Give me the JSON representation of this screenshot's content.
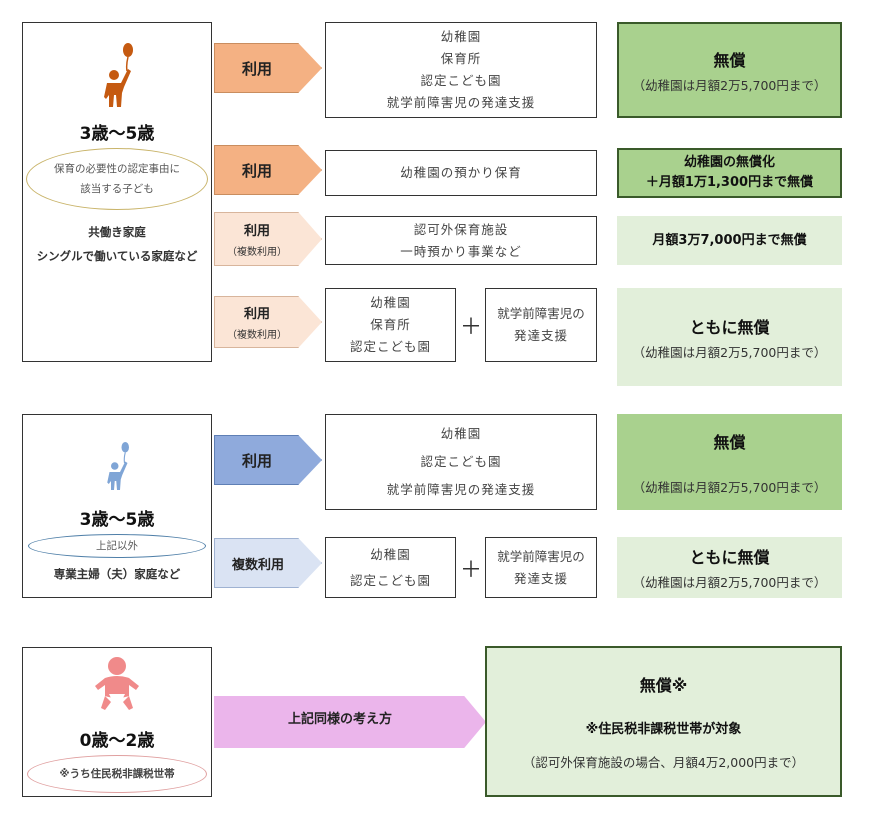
{
  "colors": {
    "orange_dark": "#F4B183",
    "orange_light": "#FBE5D6",
    "blue_dark": "#8FAADC",
    "blue_light": "#DAE3F3",
    "pink": "#EBB5EB",
    "green_dark": "#A9D18E",
    "green_light": "#E2EFDA",
    "person_orange": "#C55A11",
    "person_blue": "#7FA5D6",
    "baby_pink": "#F08A8A"
  },
  "section1": {
    "age": "3歳〜5歳",
    "ellipse_lines": [
      "保育の必要性の認定事由に",
      "該当する子ども"
    ],
    "family_lines": [
      "共働き家庭",
      "シングルで働いている家庭など"
    ],
    "rows": [
      {
        "arrow": {
          "title": "利用",
          "sub": ""
        },
        "facilities": [
          "幼稚園",
          "保育所",
          "認定こども園",
          "就学前障害児の発達支援"
        ],
        "result": {
          "title": "無償",
          "note": "（幼稚園は月額2万5,700円まで）"
        }
      },
      {
        "arrow": {
          "title": "利用",
          "sub": ""
        },
        "facilities": [
          "幼稚園の預かり保育"
        ],
        "result": {
          "line1": "幼稚園の無償化",
          "line2": "＋月額1万1,300円まで無償"
        }
      },
      {
        "arrow": {
          "title": "利用",
          "sub": "（複数利用）"
        },
        "facilities": [
          "認可外保育施設",
          "一時預かり事業など"
        ],
        "result": {
          "line1": "月額3万7,000円まで無償"
        }
      },
      {
        "arrow": {
          "title": "利用",
          "sub": "（複数利用）"
        },
        "facilities_left": [
          "幼稚園",
          "保育所",
          "認定こども園"
        ],
        "plus": "＋",
        "facilities_right": [
          "就学前障害児の",
          "発達支援"
        ],
        "result": {
          "title": "ともに無償",
          "note": "（幼稚園は月額2万5,700円まで）"
        }
      }
    ]
  },
  "section2": {
    "age": "3歳〜5歳",
    "ellipse_lines": [
      "上記以外"
    ],
    "family_lines": [
      "専業主婦（夫）家庭など"
    ],
    "rows": [
      {
        "arrow": {
          "title": "利用"
        },
        "facilities": [
          "幼稚園",
          "認定こども園",
          "就学前障害児の発達支援"
        ],
        "result": {
          "title": "無償",
          "note": "（幼稚園は月額2万5,700円まで）"
        }
      },
      {
        "arrow": {
          "title": "複数利用"
        },
        "facilities_left": [
          "幼稚園",
          "認定こども園"
        ],
        "plus": "＋",
        "facilities_right": [
          "就学前障害児の",
          "発達支援"
        ],
        "result": {
          "title": "ともに無償",
          "note": "（幼稚園は月額2万5,700円まで）"
        }
      }
    ]
  },
  "section3": {
    "age": "0歳〜2歳",
    "ellipse_lines": [
      "※うち住民税非課税世帯"
    ],
    "arrow": {
      "title": "上記同様の考え方"
    },
    "result": {
      "title": "無償※",
      "line1": "※住民税非課税世帯が対象",
      "note": "（認可外保育施設の場合、月額4万2,000円まで）"
    }
  }
}
